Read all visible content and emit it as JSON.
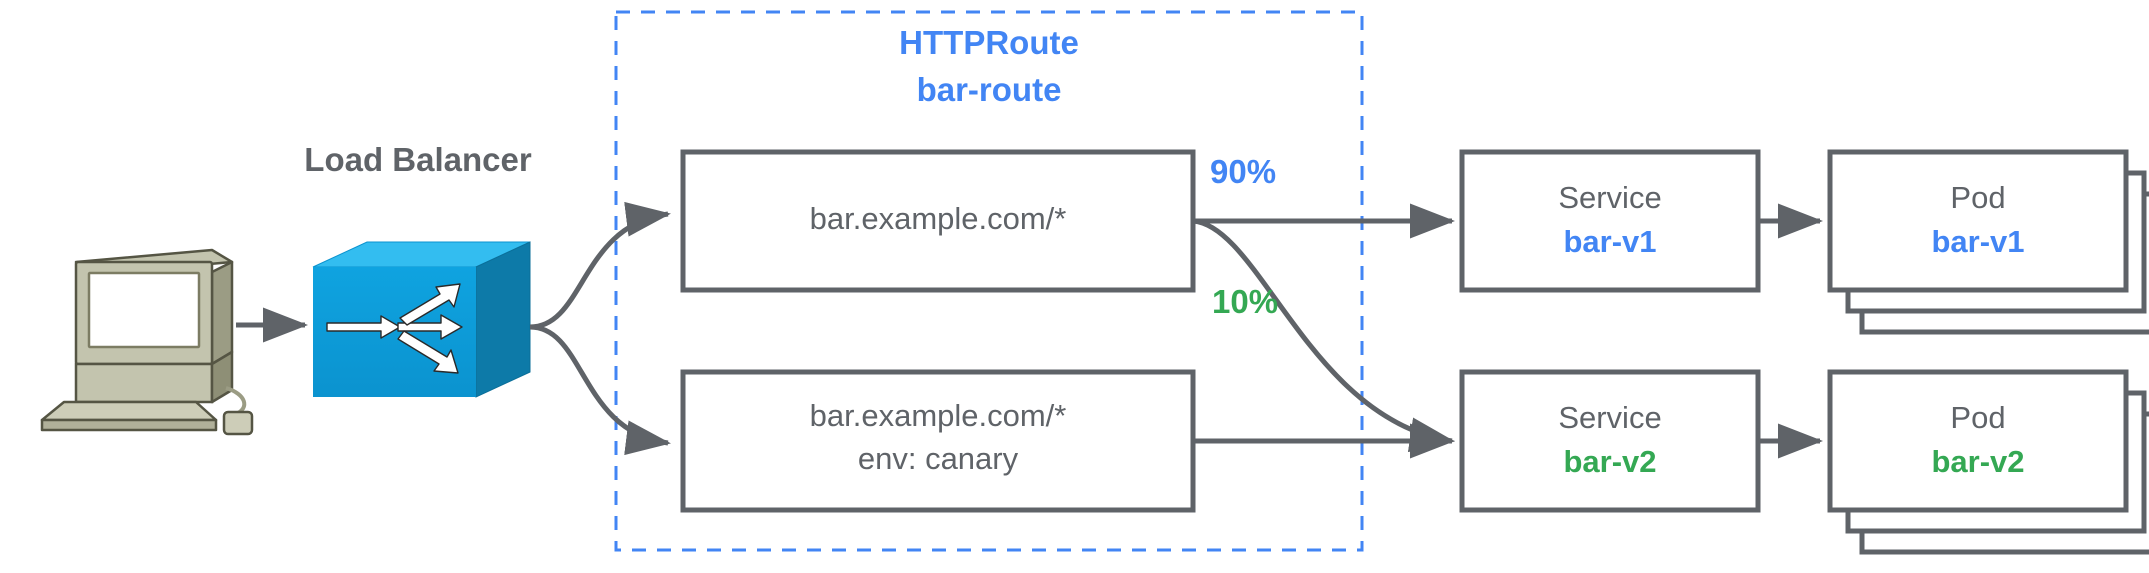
{
  "diagram": {
    "title_group": {
      "kind_label": "HTTPRoute",
      "name_label": "bar-route",
      "color": "#4285f4",
      "border_style": "dashed"
    },
    "client": {
      "icon": "desktop-computer-icon",
      "body_color": "#b0b09a",
      "screen_color": "#ffffff"
    },
    "load_balancer": {
      "label": "Load Balancer",
      "icon": "network-switch-icon",
      "color": "#0b9ad6",
      "label_color": "#5f6368"
    },
    "route_rules": [
      {
        "id": "rule-primary",
        "lines": [
          "bar.example.com/*"
        ],
        "weights": [
          {
            "value": "90%",
            "color": "#4285f4",
            "target": "bar-v1"
          },
          {
            "value": "10%",
            "color": "#34a853",
            "target": "bar-v2"
          }
        ]
      },
      {
        "id": "rule-canary",
        "lines": [
          "bar.example.com/*",
          "env: canary"
        ],
        "weights": []
      }
    ],
    "backends": [
      {
        "id": "backend-v1",
        "service": {
          "kind": "Service",
          "name": "bar-v1",
          "color": "#4285f4"
        },
        "pod": {
          "kind": "Pod",
          "name": "bar-v1",
          "color": "#4285f4",
          "replicas": 3
        }
      },
      {
        "id": "backend-v2",
        "service": {
          "kind": "Service",
          "name": "bar-v2",
          "color": "#34a853"
        },
        "pod": {
          "kind": "Pod",
          "name": "bar-v2",
          "color": "#34a853",
          "replicas": 3
        }
      }
    ],
    "stroke_color": "#5f6368",
    "background": "#ffffff"
  }
}
